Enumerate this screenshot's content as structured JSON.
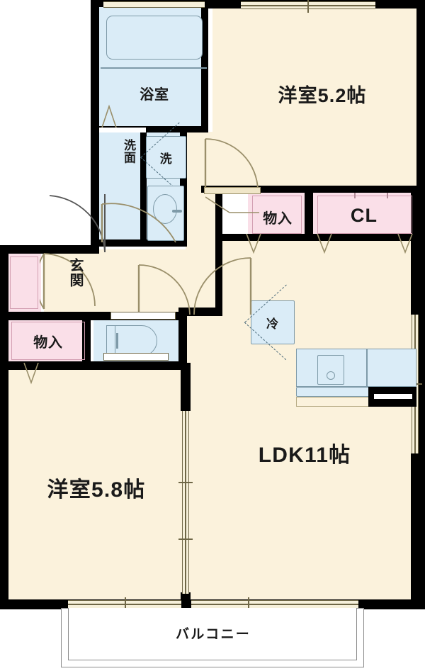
{
  "plan": {
    "type": "japanese-floor-plan",
    "unit": "帖",
    "rooms": [
      {
        "id": "bath",
        "label": "浴室",
        "orientation": "horizontal",
        "fill": "wet"
      },
      {
        "id": "washroom",
        "label": "洗面",
        "orientation": "vertical",
        "fill": "wet"
      },
      {
        "id": "washer",
        "label": "洗",
        "orientation": "horizontal",
        "fill": "wet"
      },
      {
        "id": "bedroom1",
        "label": "洋室5.2帖",
        "orientation": "horizontal",
        "fill": "room",
        "size": 5.2
      },
      {
        "id": "storage1",
        "label": "物入",
        "orientation": "horizontal",
        "fill": "closet"
      },
      {
        "id": "closet",
        "label": "CL",
        "orientation": "horizontal",
        "fill": "closet"
      },
      {
        "id": "fridge",
        "label": "冷",
        "orientation": "horizontal",
        "fill": "wet"
      },
      {
        "id": "entrance",
        "label": "玄関",
        "orientation": "vertical",
        "fill": "room"
      },
      {
        "id": "storage2",
        "label": "物入",
        "orientation": "horizontal",
        "fill": "closet"
      },
      {
        "id": "ldk",
        "label": "LDK11帖",
        "orientation": "horizontal",
        "fill": "room",
        "size": 11
      },
      {
        "id": "bedroom2",
        "label": "洋室5.8帖",
        "orientation": "horizontal",
        "fill": "room",
        "size": 5.8
      },
      {
        "id": "balcony",
        "label": "バルコニー",
        "orientation": "horizontal",
        "fill": "white"
      }
    ],
    "colors": {
      "room_fill": "#fbf2dc",
      "wet_fill": "#daecf7",
      "closet_fill": "#fadfe8",
      "wall": "#000000",
      "fixture_stroke": "#7e9aa8",
      "door_stroke": "#9a8f6a",
      "window_stroke": "#6f6747",
      "text": "#1a1a1a",
      "balcony_stroke": "#8a8a8a"
    },
    "fixtures": [
      {
        "id": "bathtub",
        "name": "bathtub"
      },
      {
        "id": "vanity-sink",
        "name": "vanity-sink"
      },
      {
        "id": "toilet",
        "name": "toilet"
      },
      {
        "id": "kitchen-sink",
        "name": "kitchen-sink"
      },
      {
        "id": "kitchen-counter",
        "name": "kitchen-counter"
      }
    ]
  }
}
